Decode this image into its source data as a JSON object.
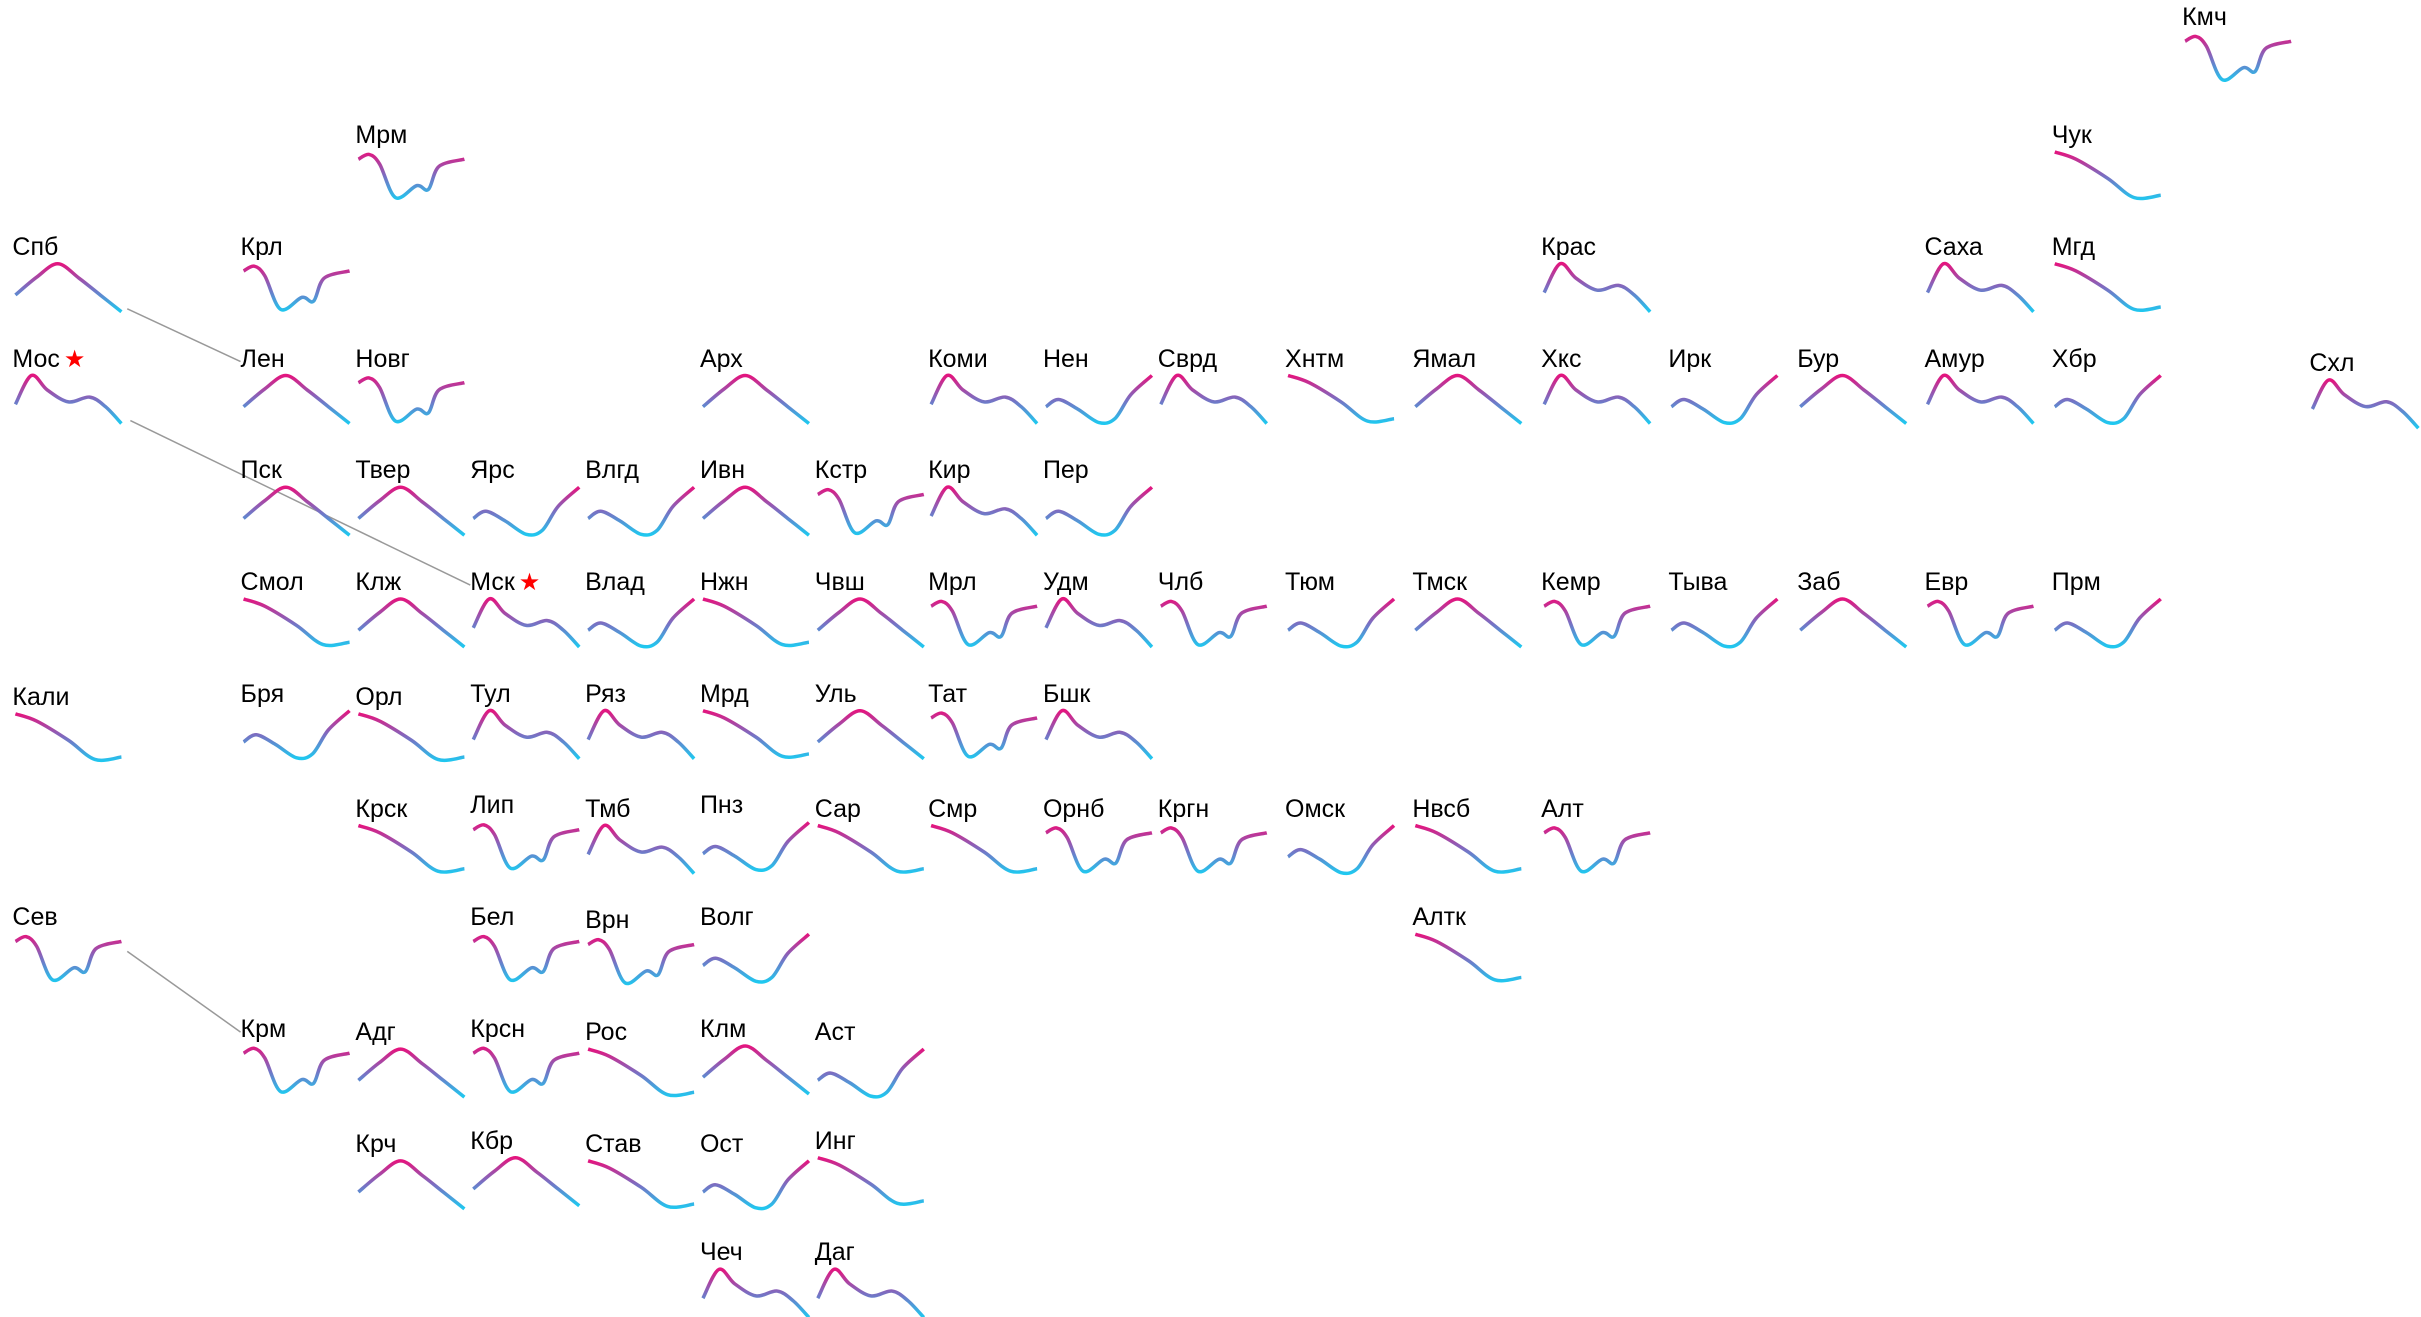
{
  "chart_data": {
    "type": "line",
    "title": "",
    "shapes": {
      "A": [
        [
          0,
          0.35
        ],
        [
          0.2,
          0.72
        ],
        [
          0.4,
          1
        ],
        [
          0.6,
          0.7
        ],
        [
          0.8,
          0.35
        ],
        [
          1,
          0
        ]
      ],
      "B": [
        [
          0,
          0.4
        ],
        [
          0.15,
          1
        ],
        [
          0.3,
          0.7
        ],
        [
          0.5,
          0.45
        ],
        [
          0.7,
          0.55
        ],
        [
          0.85,
          0.35
        ],
        [
          1,
          0
        ]
      ],
      "C": [
        [
          0,
          0.85
        ],
        [
          0.1,
          0.95
        ],
        [
          0.2,
          0.75
        ],
        [
          0.35,
          0.05
        ],
        [
          0.55,
          0.3
        ],
        [
          0.66,
          0.22
        ],
        [
          0.76,
          0.7
        ],
        [
          1,
          0.85
        ]
      ],
      "D": [
        [
          0,
          1
        ],
        [
          0.2,
          0.85
        ],
        [
          0.5,
          0.45
        ],
        [
          0.75,
          0.05
        ],
        [
          1,
          0.1
        ]
      ],
      "E": [
        [
          0,
          0.35
        ],
        [
          0.12,
          0.5
        ],
        [
          0.3,
          0.3
        ],
        [
          0.5,
          0.02
        ],
        [
          0.65,
          0.1
        ],
        [
          0.8,
          0.6
        ],
        [
          1,
          1
        ]
      ]
    },
    "colors": {
      "high": "#e3157f",
      "mid": "#7a6fc2",
      "low": "#1ec9f0",
      "star": "#ff0000",
      "connector": "#999999"
    },
    "regions": [
      {
        "name": "Кмч",
        "shape": "C"
      },
      {
        "name": "Мрм",
        "shape": "C"
      },
      {
        "name": "Чук",
        "shape": "D"
      },
      {
        "name": "Спб",
        "shape": "A"
      },
      {
        "name": "Крл",
        "shape": "C"
      },
      {
        "name": "Крас",
        "shape": "B"
      },
      {
        "name": "Саха",
        "shape": "B"
      },
      {
        "name": "Мгд",
        "shape": "D"
      },
      {
        "name": "Мос",
        "shape": "B",
        "star": "★"
      },
      {
        "name": "Лен",
        "shape": "A"
      },
      {
        "name": "Новг",
        "shape": "C"
      },
      {
        "name": "Арх",
        "shape": "A"
      },
      {
        "name": "Коми",
        "shape": "B"
      },
      {
        "name": "Нен",
        "shape": "E"
      },
      {
        "name": "Сврд",
        "shape": "B"
      },
      {
        "name": "Хнтм",
        "shape": "D"
      },
      {
        "name": "Ямал",
        "shape": "A"
      },
      {
        "name": "Хкс",
        "shape": "B"
      },
      {
        "name": "Ирк",
        "shape": "E"
      },
      {
        "name": "Бур",
        "shape": "A"
      },
      {
        "name": "Амур",
        "shape": "B"
      },
      {
        "name": "Хбр",
        "shape": "E"
      },
      {
        "name": "Схл",
        "shape": "B"
      },
      {
        "name": "Пск",
        "shape": "A"
      },
      {
        "name": "Твер",
        "shape": "A"
      },
      {
        "name": "Ярс",
        "shape": "E"
      },
      {
        "name": "Влгд",
        "shape": "E"
      },
      {
        "name": "Ивн",
        "shape": "A"
      },
      {
        "name": "Кстр",
        "shape": "C"
      },
      {
        "name": "Кир",
        "shape": "B"
      },
      {
        "name": "Пер",
        "shape": "E"
      },
      {
        "name": "Смол",
        "shape": "D"
      },
      {
        "name": "Клж",
        "shape": "A"
      },
      {
        "name": "Мск",
        "shape": "B",
        "star": "★"
      },
      {
        "name": "Влад",
        "shape": "E"
      },
      {
        "name": "Нжн",
        "shape": "D"
      },
      {
        "name": "Чвш",
        "shape": "A"
      },
      {
        "name": "Мрл",
        "shape": "C"
      },
      {
        "name": "Удм",
        "shape": "B"
      },
      {
        "name": "Члб",
        "shape": "C"
      },
      {
        "name": "Тюм",
        "shape": "E"
      },
      {
        "name": "Тмск",
        "shape": "A"
      },
      {
        "name": "Кемр",
        "shape": "C"
      },
      {
        "name": "Тыва",
        "shape": "E"
      },
      {
        "name": "Заб",
        "shape": "A"
      },
      {
        "name": "Евр",
        "shape": "C"
      },
      {
        "name": "Прм",
        "shape": "E"
      },
      {
        "name": "Кали",
        "shape": "D"
      },
      {
        "name": "Бря",
        "shape": "E"
      },
      {
        "name": "Орл",
        "shape": "D"
      },
      {
        "name": "Тул",
        "shape": "B"
      },
      {
        "name": "Ряз",
        "shape": "B"
      },
      {
        "name": "Мрд",
        "shape": "D"
      },
      {
        "name": "Уль",
        "shape": "A"
      },
      {
        "name": "Тат",
        "shape": "C"
      },
      {
        "name": "Бшк",
        "shape": "B"
      },
      {
        "name": "Крск",
        "shape": "D"
      },
      {
        "name": "Лип",
        "shape": "C"
      },
      {
        "name": "Тмб",
        "shape": "B"
      },
      {
        "name": "Пнз",
        "shape": "E"
      },
      {
        "name": "Сар",
        "shape": "D"
      },
      {
        "name": "Смр",
        "shape": "D"
      },
      {
        "name": "Орнб",
        "shape": "C"
      },
      {
        "name": "Кргн",
        "shape": "C"
      },
      {
        "name": "Омск",
        "shape": "E"
      },
      {
        "name": "Нвсб",
        "shape": "D"
      },
      {
        "name": "Алт",
        "shape": "C"
      },
      {
        "name": "Сев",
        "shape": "C"
      },
      {
        "name": "Бел",
        "shape": "C"
      },
      {
        "name": "Врн",
        "shape": "C"
      },
      {
        "name": "Волг",
        "shape": "E"
      },
      {
        "name": "Алтк",
        "shape": "D"
      },
      {
        "name": "Крм",
        "shape": "C"
      },
      {
        "name": "Адг",
        "shape": "A"
      },
      {
        "name": "Крсн",
        "shape": "C"
      },
      {
        "name": "Рос",
        "shape": "D"
      },
      {
        "name": "Клм",
        "shape": "A"
      },
      {
        "name": "Аст",
        "shape": "E"
      },
      {
        "name": "Крч",
        "shape": "A"
      },
      {
        "name": "Кбр",
        "shape": "A"
      },
      {
        "name": "Став",
        "shape": "D"
      },
      {
        "name": "Ост",
        "shape": "E"
      },
      {
        "name": "Инг",
        "shape": "D"
      },
      {
        "name": "Чеч",
        "shape": "B"
      },
      {
        "name": "Даг",
        "shape": "B"
      }
    ]
  }
}
